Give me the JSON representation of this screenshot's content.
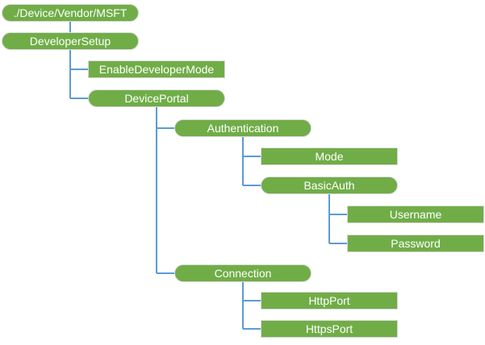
{
  "diagram": {
    "type": "tree",
    "description": "Configuration service provider node tree",
    "background": "#FFFFFF",
    "colors": {
      "node_fill": "#70AD47",
      "node_border": "#D9D9D9",
      "node_text": "#FFFFFF",
      "connector": "#5B9BD5"
    },
    "nodes": [
      {
        "id": "msft",
        "label": "./Device/Vendor/MSFT",
        "shape": "pill",
        "row": 0,
        "level": 0
      },
      {
        "id": "developer_setup",
        "label": "DeveloperSetup",
        "shape": "pill",
        "row": 1,
        "level": 0
      },
      {
        "id": "enable_developer_mode",
        "label": "EnableDeveloperMode",
        "shape": "rect",
        "row": 2,
        "level": 1
      },
      {
        "id": "device_portal",
        "label": "DevicePortal",
        "shape": "pill",
        "row": 3,
        "level": 1
      },
      {
        "id": "authentication",
        "label": "Authentication",
        "shape": "pill",
        "row": 4,
        "level": 2
      },
      {
        "id": "mode",
        "label": "Mode",
        "shape": "rect",
        "row": 5,
        "level": 3
      },
      {
        "id": "basic_auth",
        "label": "BasicAuth",
        "shape": "pill",
        "row": 6,
        "level": 3
      },
      {
        "id": "username",
        "label": "Username",
        "shape": "rect",
        "row": 7,
        "level": 4
      },
      {
        "id": "password",
        "label": "Password",
        "shape": "rect",
        "row": 8,
        "level": 4
      },
      {
        "id": "connection",
        "label": "Connection",
        "shape": "pill",
        "row": 9,
        "level": 2
      },
      {
        "id": "http_port",
        "label": "HttpPort",
        "shape": "rect",
        "row": 10,
        "level": 3
      },
      {
        "id": "https_port",
        "label": "HttpsPort",
        "shape": "rect",
        "row": 11,
        "level": 3
      }
    ],
    "edges": [
      {
        "from": "msft",
        "to": [
          "developer_setup"
        ]
      },
      {
        "from": "developer_setup",
        "to": [
          "enable_developer_mode",
          "device_portal"
        ]
      },
      {
        "from": "device_portal",
        "to": [
          "authentication",
          "connection"
        ]
      },
      {
        "from": "authentication",
        "to": [
          "mode",
          "basic_auth"
        ]
      },
      {
        "from": "basic_auth",
        "to": [
          "username",
          "password"
        ]
      },
      {
        "from": "connection",
        "to": [
          "http_port",
          "https_port"
        ]
      }
    ]
  }
}
